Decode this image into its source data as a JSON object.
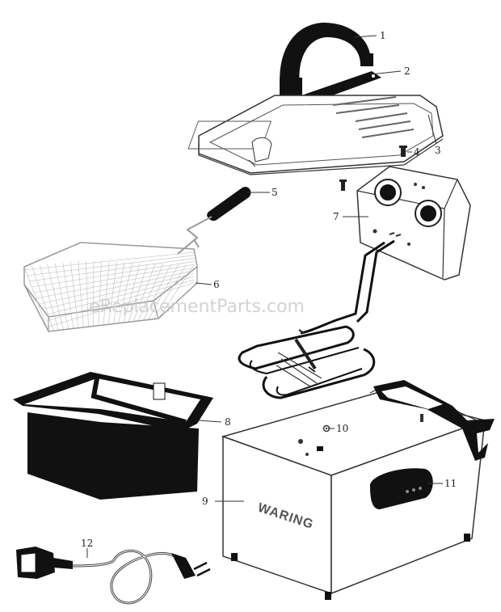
{
  "watermark": "eReplacementParts.com",
  "brand_label": "WARING",
  "colors": {
    "ink": "#111111",
    "line": "#333333",
    "basket": "#9a9a9a",
    "paper": "#ffffff"
  },
  "parts": [
    {
      "number": "1"
    },
    {
      "number": "2"
    },
    {
      "number": "3"
    },
    {
      "number": "4"
    },
    {
      "number": "5"
    },
    {
      "number": "6"
    },
    {
      "number": "7"
    },
    {
      "number": "8"
    },
    {
      "number": "9"
    },
    {
      "number": "10"
    },
    {
      "number": "11"
    },
    {
      "number": "12"
    }
  ]
}
